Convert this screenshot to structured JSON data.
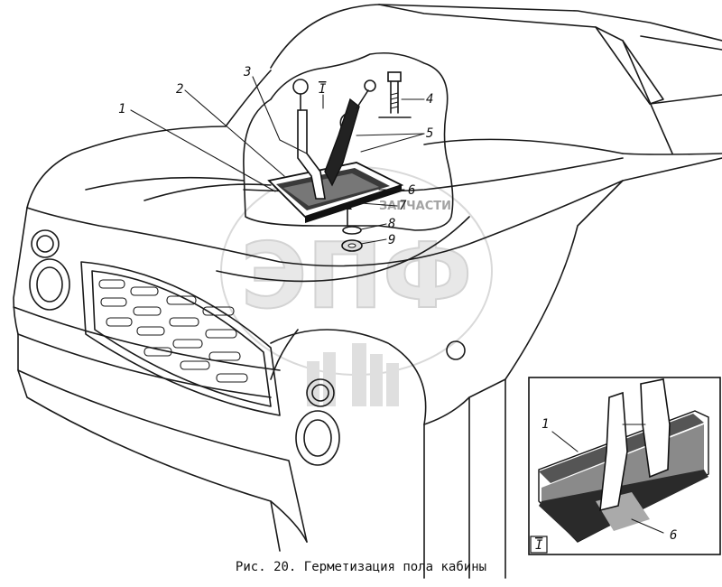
{
  "figure": {
    "caption": "Рис. 20. Герметизация пола кабины",
    "labels": [
      "1",
      "2",
      "3",
      "4",
      "5",
      "6",
      "7",
      "8",
      "9"
    ],
    "view_marker": "I",
    "inset": {
      "marker": "I",
      "labels": [
        "1",
        "6"
      ]
    }
  },
  "watermark": {
    "text": "ЭПФ",
    "subtext": "ЗАПЧАСТИ"
  }
}
